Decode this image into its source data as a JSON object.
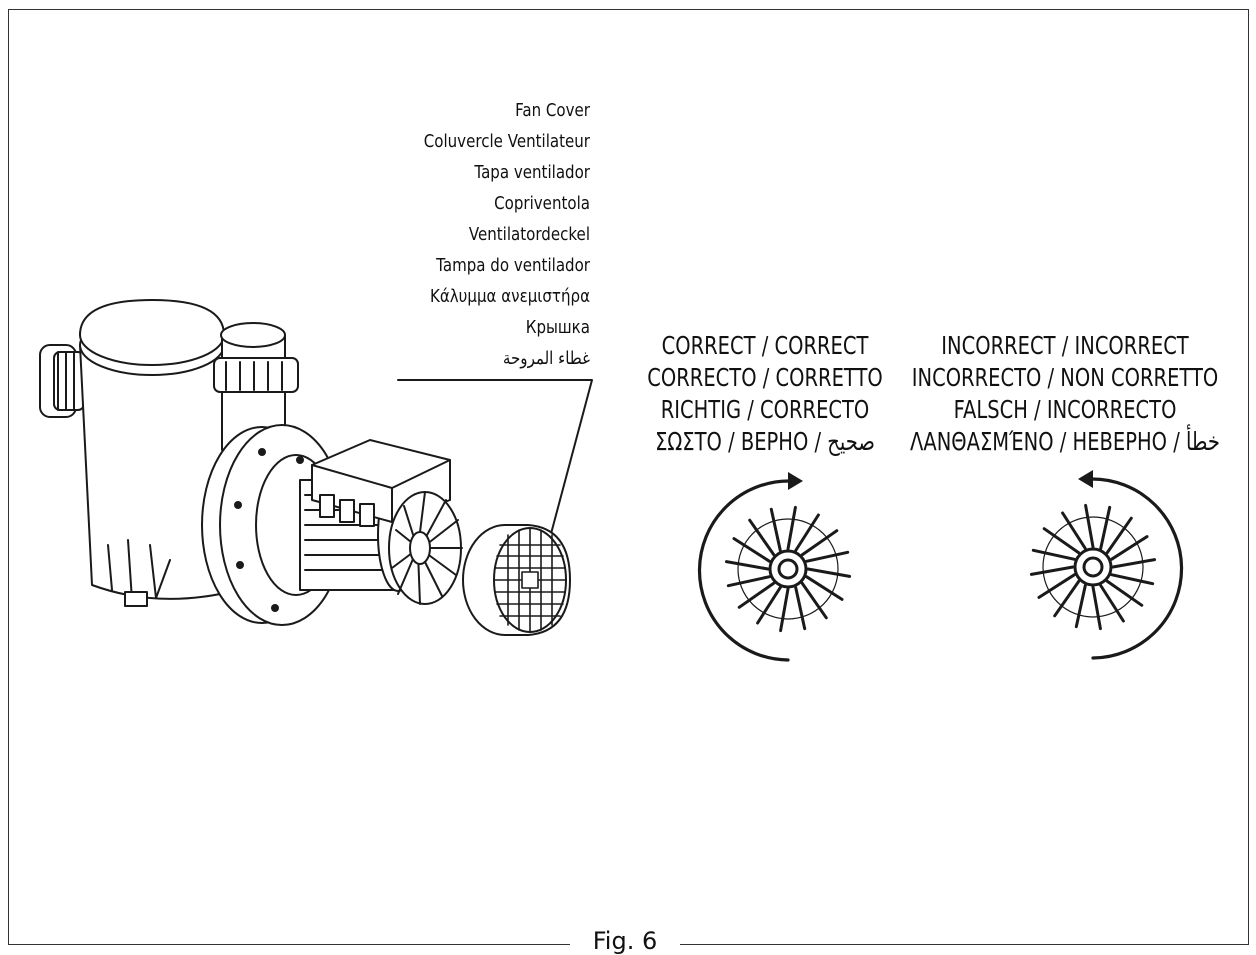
{
  "figure": {
    "caption": "Fig. 6",
    "fan_cover_labels": [
      "Fan Cover",
      "Coluvercle Ventilateur",
      "Tapa ventilador",
      "Copriventola",
      "Ventilatordeckel",
      "Tampa do ventilador",
      "Κάλυμμα ανεμιστήρα",
      "Крышка",
      "غطاء المروحة"
    ],
    "correct": {
      "lines": [
        "CORRECT / CORRECT",
        "CORRECTO / CORRETTO",
        "RICHTIG / CORRECTO",
        "ΣΩΣΤΟ / ВЕРНО / صحيح"
      ],
      "rotation": "clockwise"
    },
    "incorrect": {
      "lines": [
        "INCORRECT / INCORRECT",
        "INCORRECTO / NON CORRETTO",
        "FALSCH / INCORRECTO",
        "ΛΑΝΘΑΣΜΈΝΟ / НЕВЕРНО / خطأ"
      ],
      "rotation": "counterclockwise"
    },
    "line_color": "#1a1a1a"
  }
}
